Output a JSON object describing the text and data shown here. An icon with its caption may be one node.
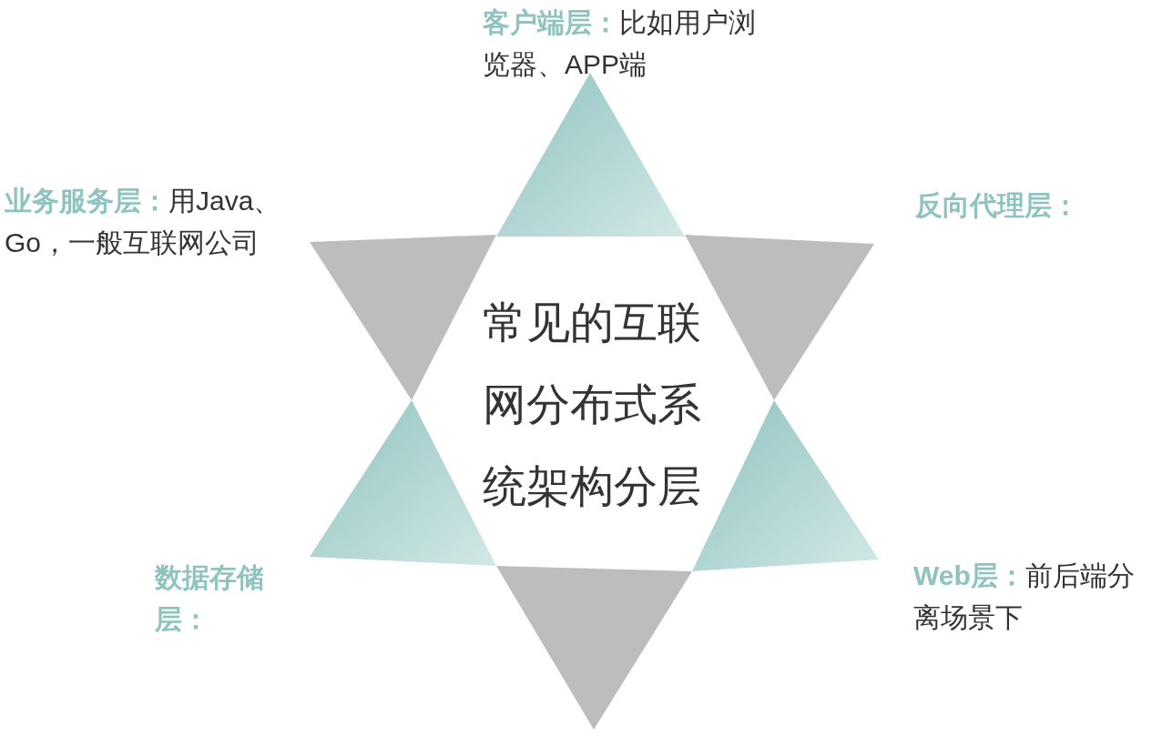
{
  "diagram": {
    "nodes": [
      {
        "text": [
          "常见的互联网分布式系统架构分层"
        ]
      },
      {
        "text": [],
        "shape": "triangle",
        "beside": [
          "客户端层：",
          "比如用户浏览器、APP端"
        ]
      },
      {
        "text": [],
        "shape": "triangle",
        "beside": [
          "业务服务层：",
          "用Java、Go，一般互联网公司"
        ]
      },
      {
        "text": [],
        "shape": "triangle",
        "beside": [
          "反向代理层："
        ]
      },
      {
        "text": [],
        "shape": "triangle",
        "beside": [
          "数据存储层："
        ]
      },
      {
        "text": [],
        "shape": "triangle",
        "beside": [
          "Web层：",
          "前后端分离场景下"
        ]
      },
      {
        "text": [],
        "shape": "triangle"
      }
    ]
  }
}
